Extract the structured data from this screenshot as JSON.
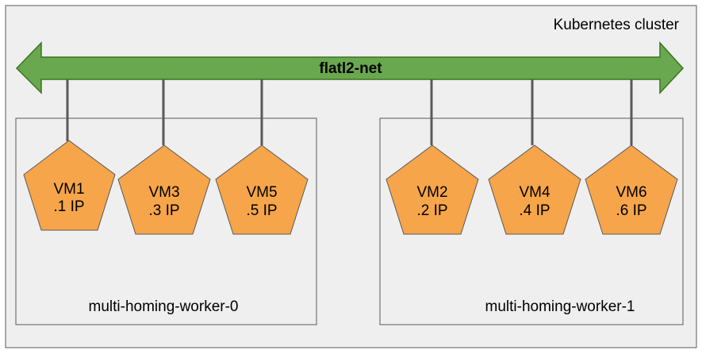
{
  "cluster": {
    "label": "Kubernetes cluster"
  },
  "network": {
    "name": "flatl2-net",
    "color": "#6aa84f",
    "stroke": "#38761d"
  },
  "workers": [
    {
      "name": "multi-homing-worker-0",
      "vms": [
        {
          "name": "VM1",
          "ip": ".1 IP"
        },
        {
          "name": "VM3",
          "ip": ".3 IP"
        },
        {
          "name": "VM5",
          "ip": ".5 IP"
        }
      ]
    },
    {
      "name": "multi-homing-worker-1",
      "vms": [
        {
          "name": "VM2",
          "ip": ".2 IP"
        },
        {
          "name": "VM4",
          "ip": ".4 IP"
        },
        {
          "name": "VM6",
          "ip": ".6 IP"
        }
      ]
    }
  ],
  "colors": {
    "cluster_bg": "#efefef",
    "worker_bg": "#efefef",
    "border": "#595959",
    "vm_fill": "#f6a54a",
    "vm_stroke": "#595959",
    "link": "#595959"
  }
}
